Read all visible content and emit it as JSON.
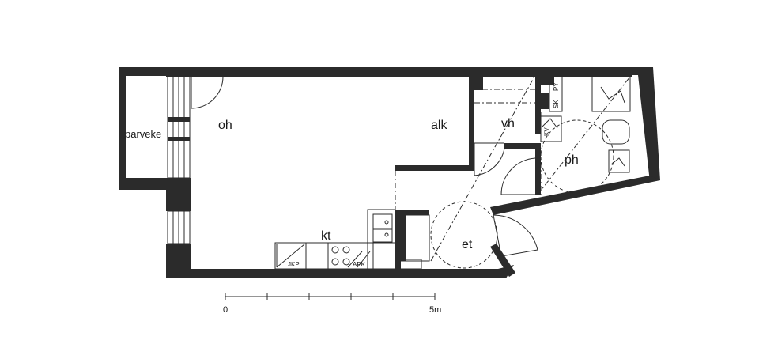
{
  "rooms": {
    "balcony": "parveke",
    "living": "oh",
    "alcove": "alk",
    "kitchen": "kt",
    "closet": "vh",
    "bathroom": "ph",
    "entry": "et"
  },
  "fixtures": {
    "fridge": "JKP",
    "dishwasher": "APK",
    "shelf": "SK",
    "washer": "PY",
    "cabinet": "KV"
  },
  "scale": {
    "start": "0",
    "end": "5m",
    "divisions": 5
  }
}
